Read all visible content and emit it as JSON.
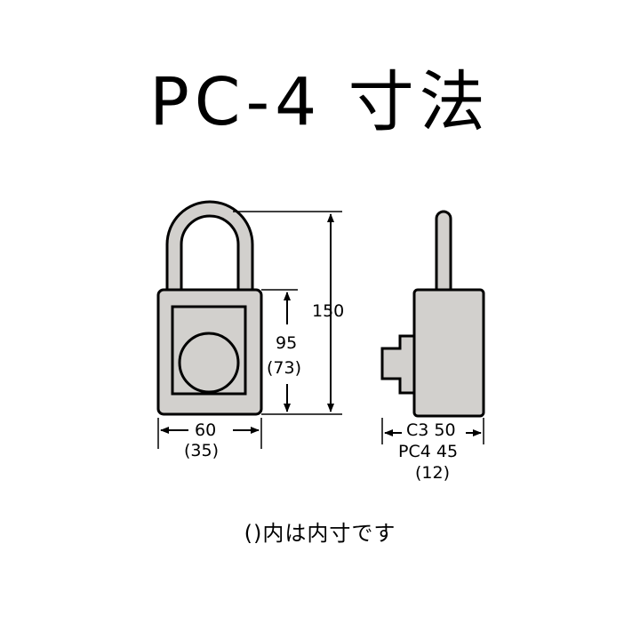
{
  "title": "PC-4 寸法",
  "front_view": {
    "total_height": "150",
    "body_height": "95",
    "body_height_inner": "(73)",
    "width": "60",
    "width_inner": "(35)"
  },
  "side_view": {
    "depth_c3": "C3 50",
    "depth_pc4": "PC4 45",
    "depth_inner": "(12)"
  },
  "note": "()内は内寸です",
  "colors": {
    "body_fill": "#d2d0cd",
    "line": "#000000"
  }
}
